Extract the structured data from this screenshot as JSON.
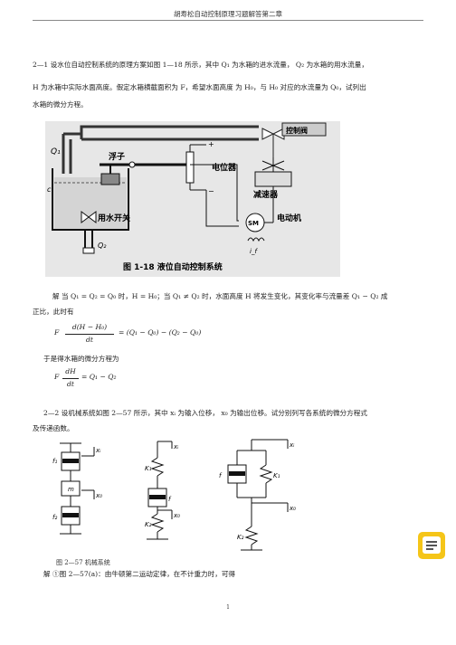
{
  "header": {
    "title": "胡寿松自动控制原理习题解答第二章"
  },
  "problem_21": {
    "line1": "2—1   设水位自动控制系统的原理方案如图 1—18 所示，其中 Q₁ 为水箱的进水流量，     Q₂ 为水箱的用水流量，",
    "line2": "H 为水箱中实际水面高度。假定水箱横截面积为 F，希望水面高度    为 H₀，与 H₀ 对应的水流量为 Q₀，试列出",
    "line3": "水箱的微分方程。"
  },
  "figure_118": {
    "caption": "图 1-18   液位自动控制系统",
    "labels": {
      "valve": "控制阀",
      "float": "浮子",
      "potentiometer": "电位器",
      "reducer": "减速器",
      "motor": "电动机",
      "motor_symbol": "SM",
      "water_switch": "用水开关",
      "q1": "Q₁",
      "q2": "Q₂",
      "c": "c",
      "plus": "+",
      "minus": "−",
      "if": "i_f"
    }
  },
  "solution_21": {
    "line1": "解    当 Q₁ = Q₂ = Q₀ 时，H = H₀；当 Q₁ ≠ Q₂ 时，水面高度 H 将发生变化，其变化率与流量差 Q₁ − Q₂ 成",
    "line2": "正比，此时有",
    "eq1_left": "F",
    "eq1_num": "d(H − H₀)",
    "eq1_den": "dt",
    "eq1_right": "= (Q₁ − Q₀) − (Q₂ − Q₀)",
    "line3": "于是得水箱的微分方程为",
    "eq2_left": "F",
    "eq2_num": "dH",
    "eq2_den": "dt",
    "eq2_right": "= Q₁ − Q₂"
  },
  "problem_22": {
    "line1": "2—2   设机械系统如图 2—57 所示，其中 xᵢ 为输入位移，  x₀ 为输出位移。试分别列写各系统的微分方程式",
    "line2": "及传递函数。"
  },
  "figure_257": {
    "caption": "图 2—57   机械系统",
    "labels": {
      "xi": "xᵢ",
      "xo": "x₀",
      "f1": "f₁",
      "f2": "f₂",
      "m": "m",
      "K1": "K₁",
      "K2": "K₂",
      "f": "f"
    }
  },
  "solution_22": {
    "line1": "解    ①图 2—57(a)：由牛顿第二运动定律，在不计重力时，可得"
  },
  "footer": {
    "page_number": "1"
  }
}
